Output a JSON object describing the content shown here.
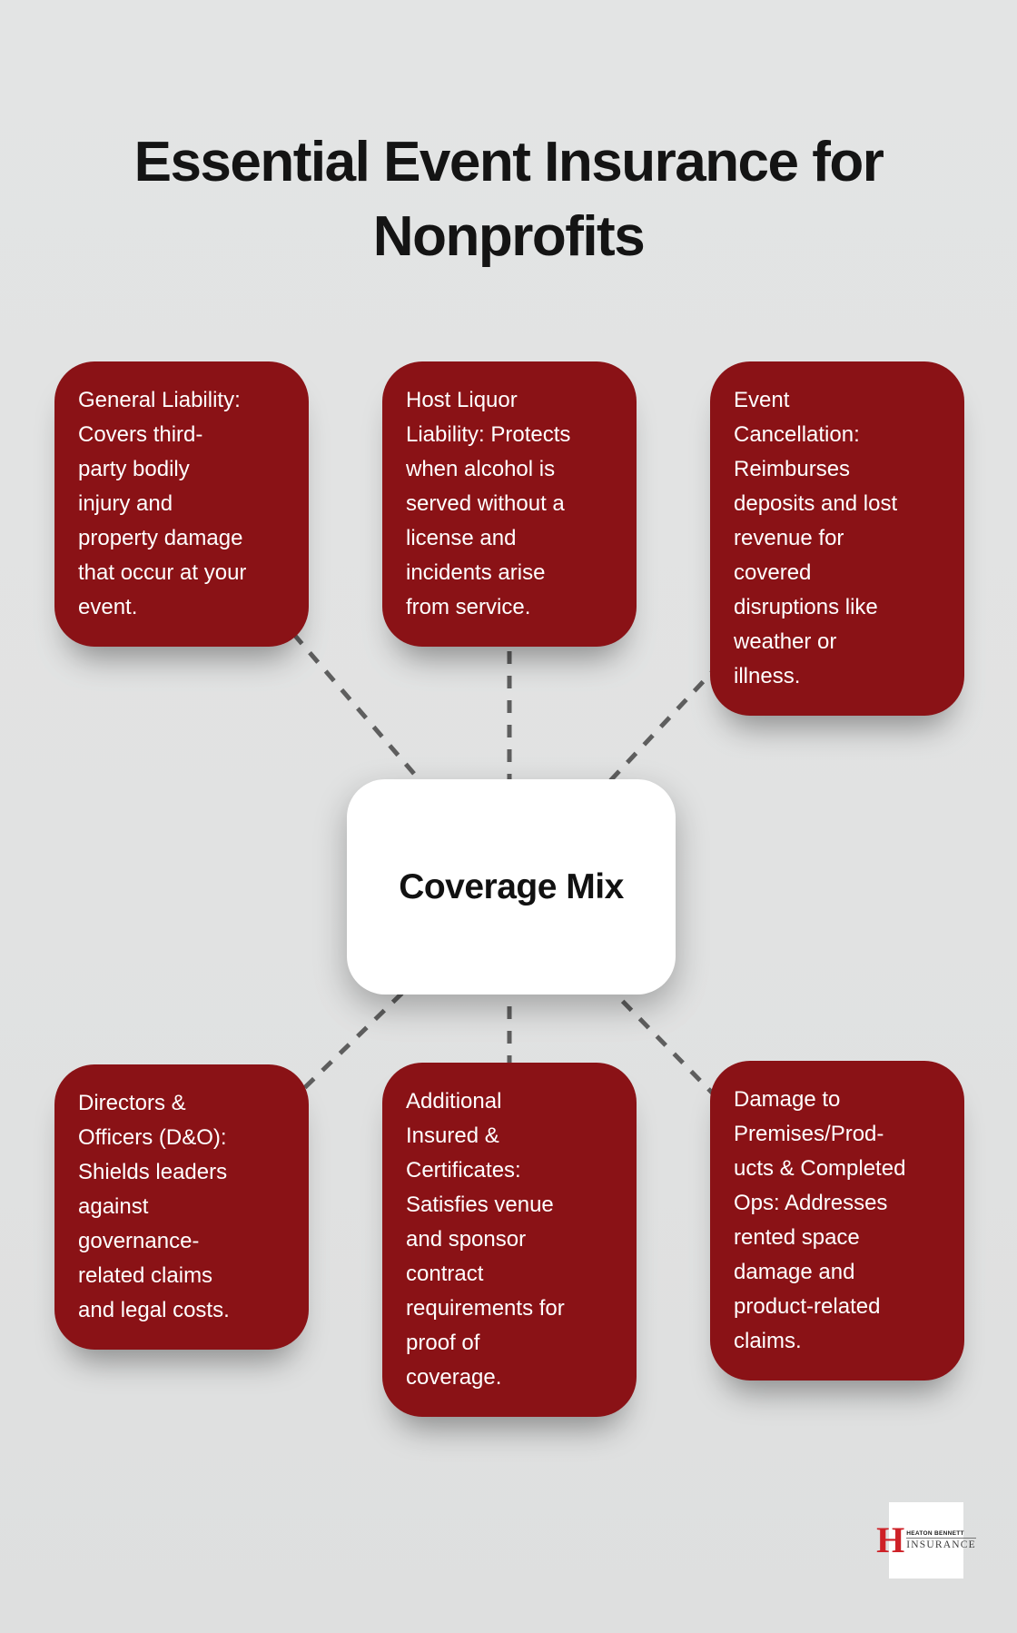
{
  "header": {
    "title": "Essential Event Insurance for Nonprofits"
  },
  "center_node": {
    "label": "Coverage Mix"
  },
  "nodes": {
    "top_left": {
      "text": "General Liability:\nCovers third-\nparty bodily\ninjury and\nproperty damage\nthat occur at your\nevent."
    },
    "top_middle": {
      "text": "Host Liquor\nLiability: Protects\nwhen alcohol is\nserved without a\nlicense and\nincidents arise\nfrom service."
    },
    "top_right": {
      "text": "Event\nCancellation:\nReimburses\ndeposits and lost\nrevenue for\ncovered\ndisruptions like\nweather or\nillness."
    },
    "bottom_left": {
      "text": "Directors &\nOfficers (D&O):\nShields leaders\nagainst\ngovernance-\nrelated claims\nand legal costs."
    },
    "bottom_middle": {
      "text": "Additional\nInsured &\nCertificates:\nSatisfies venue\nand sponsor\ncontract\nrequirements for\nproof of\ncoverage."
    },
    "bottom_right": {
      "text": "Damage to\nPremises/Prod-\nucts & Completed\nOps: Addresses\nrented space\ndamage and\nproduct-related\nclaims."
    }
  },
  "logo": {
    "monogram": "H",
    "name": "HEATON BENNETT",
    "word": "INSURANCE"
  },
  "colors": {
    "background": "#E2E3E3",
    "node_red": "#8A1216",
    "node_text": "#FFFFFF",
    "connector_gray": "#5E5E5E",
    "title_text": "#141414",
    "logo_red": "#CE2127"
  }
}
